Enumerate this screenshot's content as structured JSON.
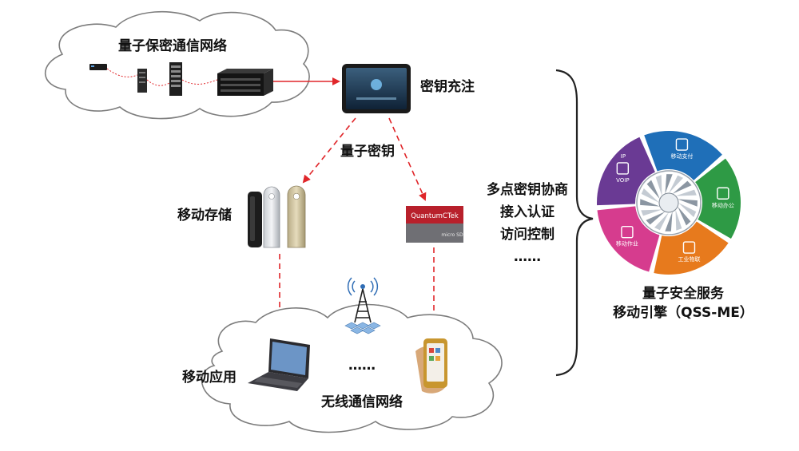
{
  "top_network": "量子保密通信网络",
  "key_injection": "密钥充注",
  "quantum_key": "量子密钥",
  "mobile_storage": "移动存储",
  "sd_card_brand": "QuantumCTek",
  "sd_card_mark": "micro SD",
  "features": [
    "多点密钥协商",
    "接入认证",
    "访问控制",
    "……"
  ],
  "engine": {
    "line1": "量子安全服务",
    "line2": "移动引擎（QSS-ME）"
  },
  "engine_segments": [
    {
      "label": "移动支付",
      "icon": "mobile-payment-icon",
      "color": "#1f6fb8"
    },
    {
      "label": "移动办公",
      "icon": "mobile-office-icon",
      "color": "#2e9a45"
    },
    {
      "label": "工业物联",
      "icon": "industrial-iot-icon",
      "color": "#e77a1d"
    },
    {
      "label": "移动作业",
      "icon": "mobile-work-icon",
      "color": "#d63c8e"
    },
    {
      "label": "VOIP",
      "icon": "voip-icon",
      "color": "#6a3a94"
    }
  ],
  "engine_top_label": "IP",
  "mobile_app": "移动应用",
  "ellipsis_middle": "……",
  "bottom_network": "无线通信网络",
  "colors": {
    "arrow": "#e0262a",
    "brace": "#222222"
  }
}
